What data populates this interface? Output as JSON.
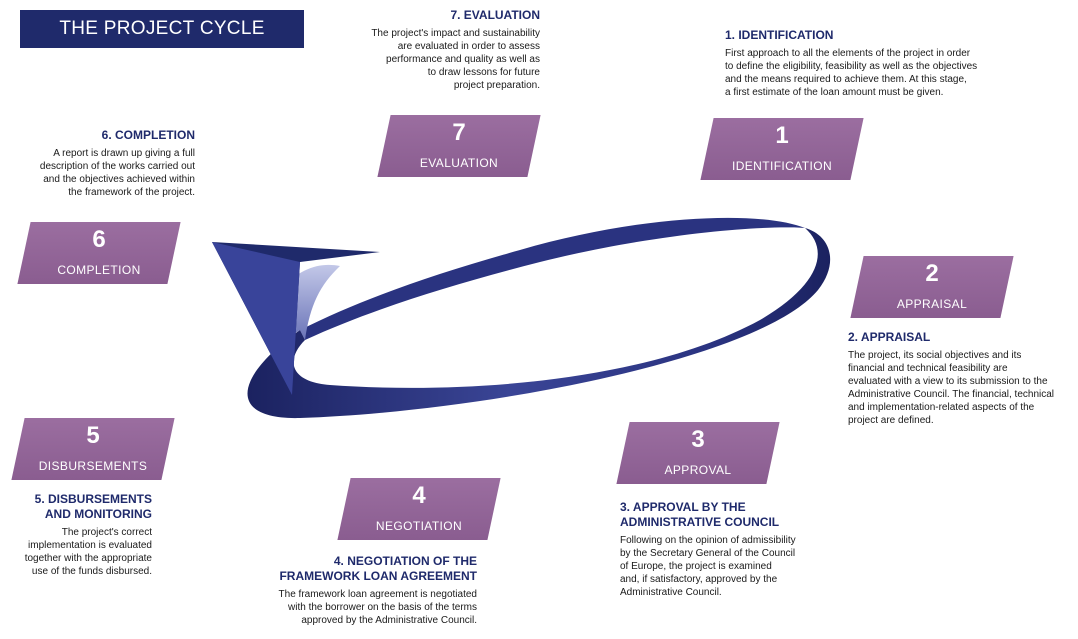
{
  "title": "THE PROJECT CYCLE",
  "colors": {
    "navy": "#1f2a6b",
    "badge": "#8a5d90",
    "arrow_light": "#aab0d8"
  },
  "stages": {
    "s1": {
      "number": "1",
      "badge": "IDENTIFICATION",
      "heading": "1. IDENTIFICATION",
      "text": "First approach to all the elements of the project in order\nto define the eligibility, feasibility as well  as the objectives\nand the means required to achieve them. At this stage,\na first estimate of the loan amount must be given."
    },
    "s2": {
      "number": "2",
      "badge": "APPRAISAL",
      "heading": "2. APPRAISAL",
      "text": "The project, its social objectives and its\nfinancial and technical feasibility are\nevaluated with a view to its submission to the\nAdministrative Council. The financial, technical\nand implementation-related aspects of the\nproject are defined."
    },
    "s3": {
      "number": "3",
      "badge": "APPROVAL",
      "heading": "3. APPROVAL BY THE\nADMINISTRATIVE COUNCIL",
      "text": "Following on the opinion of admissibility\nby the Secretary General of the Council\nof Europe, the project is examined\nand, if satisfactory, approved by the\nAdministrative Council."
    },
    "s4": {
      "number": "4",
      "badge": "NEGOTIATION",
      "heading": "4. NEGOTIATION OF THE\nFRAMEWORK LOAN AGREEMENT",
      "text": "The framework loan agreement is negotiated\nwith the borrower on the basis of the terms\napproved by the Administrative Council."
    },
    "s5": {
      "number": "5",
      "badge": "DISBURSEMENTS",
      "heading": "5. DISBURSEMENTS\nAND MONITORING",
      "text": "The project's correct\nimplementation is evaluated\ntogether with the appropriate\nuse of the funds disbursed."
    },
    "s6": {
      "number": "6",
      "badge": "COMPLETION",
      "heading": "6. COMPLETION",
      "text": "A report is drawn up giving a full\ndescription of the works carried out\nand the objectives achieved within\nthe framework of the project."
    },
    "s7": {
      "number": "7",
      "badge": "EVALUATION",
      "heading": "7. EVALUATION",
      "text": "The project's impact and sustainability\nare evaluated in order to assess\nperformance and quality as well as\nto draw lessons for future\nproject preparation."
    }
  }
}
